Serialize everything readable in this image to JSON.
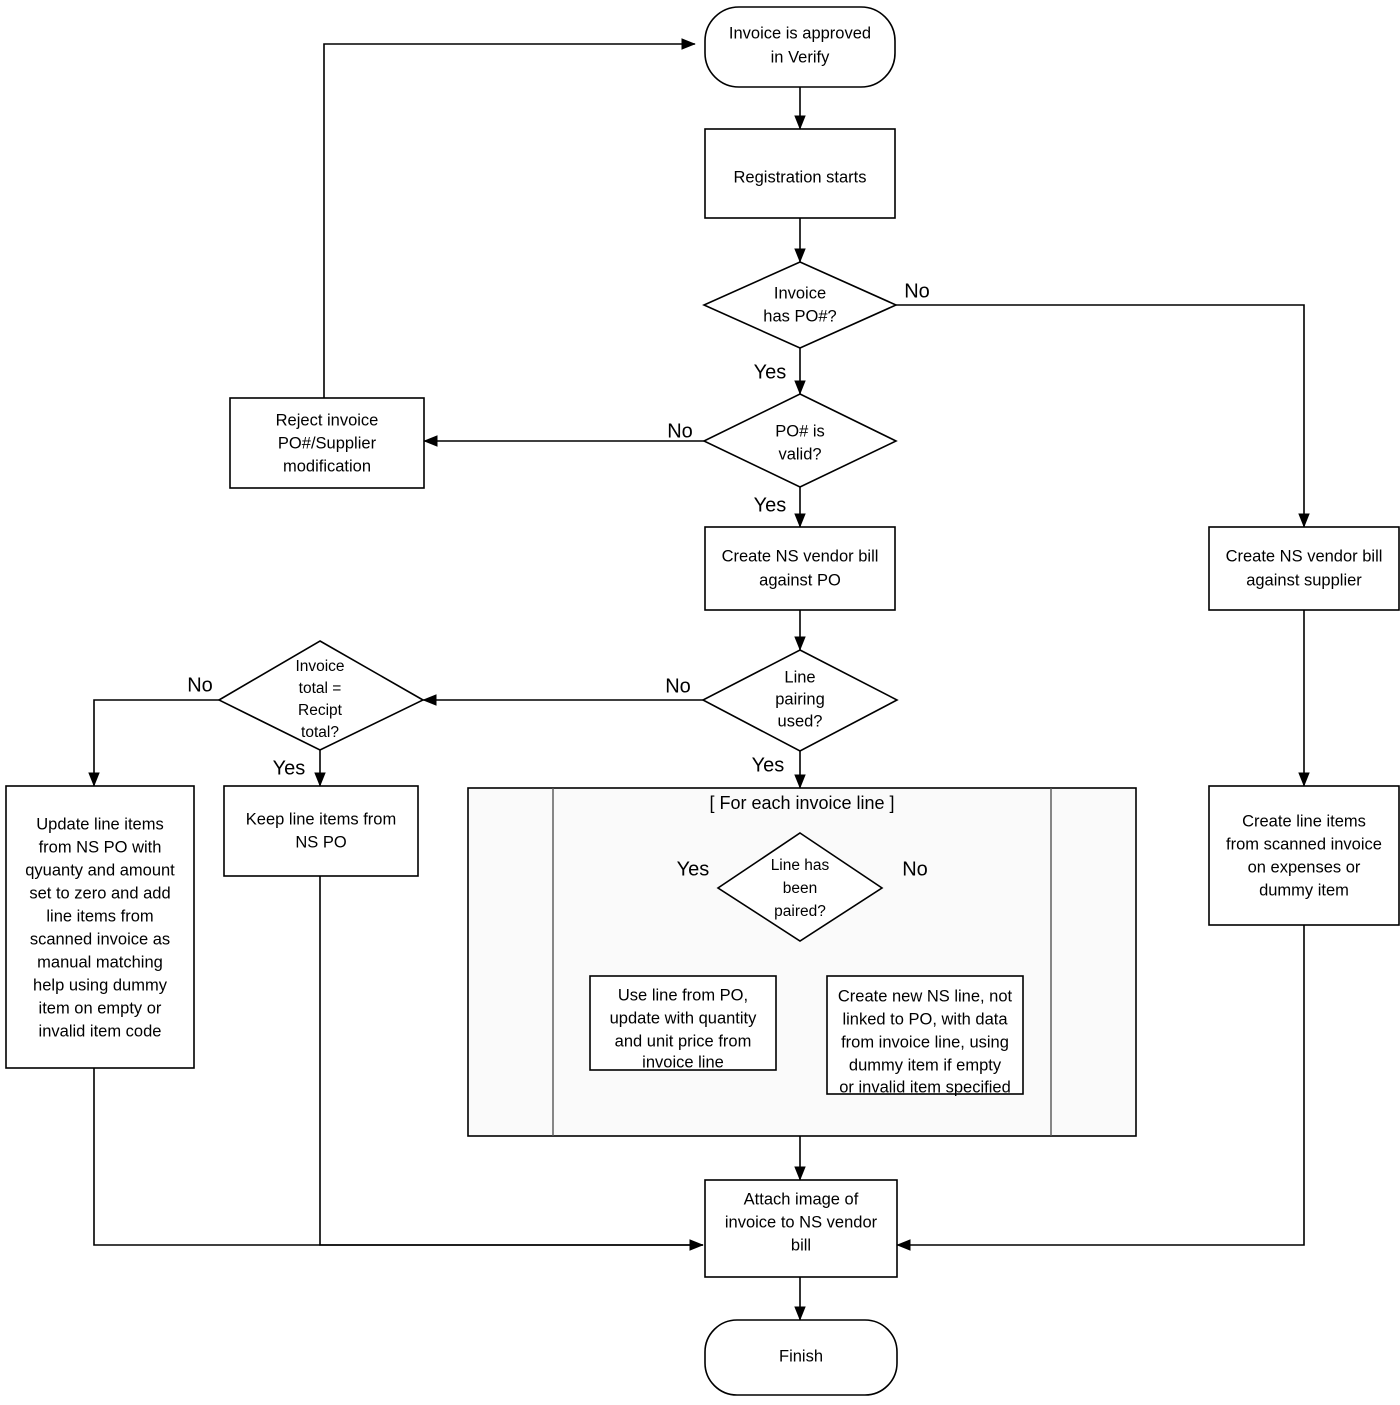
{
  "diagram": {
    "title": "Invoice registration flowchart",
    "colors": {
      "stroke": "#000000",
      "shape_fill": "#ffffff",
      "loop_fill": "#fafafa",
      "text": "#000000"
    },
    "nodes": {
      "start": {
        "label_line1": "Invoice is approved",
        "label_line2": "in Verify",
        "type": "terminator"
      },
      "registration": {
        "label_line1": "Registration starts",
        "type": "process"
      },
      "has_po": {
        "label_line1": "Invoice",
        "label_line2": "has PO#?",
        "type": "decision"
      },
      "po_valid": {
        "label_line1": "PO# is",
        "label_line2": "valid?",
        "type": "decision"
      },
      "reject": {
        "label_line1": "Reject invoice",
        "label_line2": "PO#/Supplier",
        "label_line3": "modification",
        "type": "process"
      },
      "bill_po": {
        "label_line1": "Create NS vendor bill",
        "label_line2": "against PO",
        "type": "process"
      },
      "bill_supplier": {
        "label_line1": "Create NS vendor bill",
        "label_line2": "against supplier",
        "type": "process"
      },
      "line_pairing": {
        "label_line1": "Line",
        "label_line2": "pairing",
        "label_line3": "used?",
        "type": "decision"
      },
      "totals_match": {
        "label_line1": "Invoice",
        "label_line2": "total  =",
        "label_line3": "Recipt",
        "label_line4": "total?",
        "type": "decision"
      },
      "update_lines": {
        "label_line1": "Update line items",
        "label_line2": "from NS PO with",
        "label_line3": "qyuanty and amount",
        "label_line4": "set to zero and add",
        "label_line5": "line items from",
        "label_line6": "scanned invoice as",
        "label_line7": "manual matching",
        "label_line8": "help using dummy",
        "label_line9": "item on empty or",
        "label_line10": "invalid item code",
        "type": "process"
      },
      "keep_lines": {
        "label_line1": "Keep line items from",
        "label_line2": "NS PO",
        "type": "process"
      },
      "create_lines_scanned": {
        "label_line1": "Create line items",
        "label_line2": "from scanned invoice",
        "label_line3": "on expenses or",
        "label_line4": "dummy item",
        "type": "process"
      },
      "loop_header": {
        "label_line1": "[ For each invoice line ]",
        "type": "loop-frame"
      },
      "line_paired": {
        "label_line1": "Line has",
        "label_line2": "been",
        "label_line3": "paired?",
        "type": "decision"
      },
      "use_po_line": {
        "label_line1": "Use line from PO,",
        "label_line2": "update with quantity",
        "label_line3": "and unit price from",
        "label_line4": "invoice line",
        "type": "process"
      },
      "create_ns_line": {
        "label_line1": "Create new NS line, not",
        "label_line2": "linked to PO, with data",
        "label_line3": "from invoice line, using",
        "label_line4": "dummy item if empty",
        "label_line5": "or invalid item specified",
        "type": "process"
      },
      "attach_image": {
        "label_line1": "Attach image of",
        "label_line2": "invoice to NS vendor",
        "label_line3": "bill",
        "type": "process"
      },
      "finish": {
        "label_line1": "Finish",
        "type": "terminator"
      }
    },
    "edge_labels": {
      "has_po_no": "No",
      "has_po_yes": "Yes",
      "po_valid_no": "No",
      "po_valid_yes": "Yes",
      "pairing_no": "No",
      "pairing_yes": "Yes",
      "totals_no": "No",
      "totals_yes": "Yes",
      "paired_yes": "Yes",
      "paired_no": "No"
    }
  }
}
